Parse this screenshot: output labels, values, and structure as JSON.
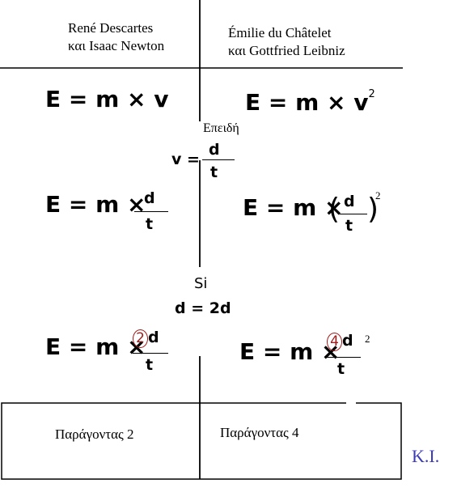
{
  "headers": {
    "left_line1": "René Descartes",
    "left_line2": "και Isaac Newton",
    "right_line1": "Émilie du Châtelet",
    "right_line2": "και Gottfried Leibniz"
  },
  "formulas": {
    "row1_left_base": "E = m × v",
    "row1_right_base": "E = m × v",
    "row1_right_exp": "2",
    "because_label": "Επειδή",
    "v_prefix": "v =",
    "d": "d",
    "t": "t",
    "row2_left_prefix": "E = m ×",
    "row2_right_prefix": "E = m ×",
    "row2_right_exp": "2",
    "if_label": "Si",
    "d_equals": "d = 2d",
    "row3_left_prefix": "E = m ×",
    "row3_left_factor": "2",
    "row3_right_prefix": "E = m ×",
    "row3_right_factor": "4",
    "row3_right_exp": "2"
  },
  "boxes": {
    "left": "Παράγοντας 2",
    "right": "Παράγοντας 4"
  },
  "signature": "K.I."
}
